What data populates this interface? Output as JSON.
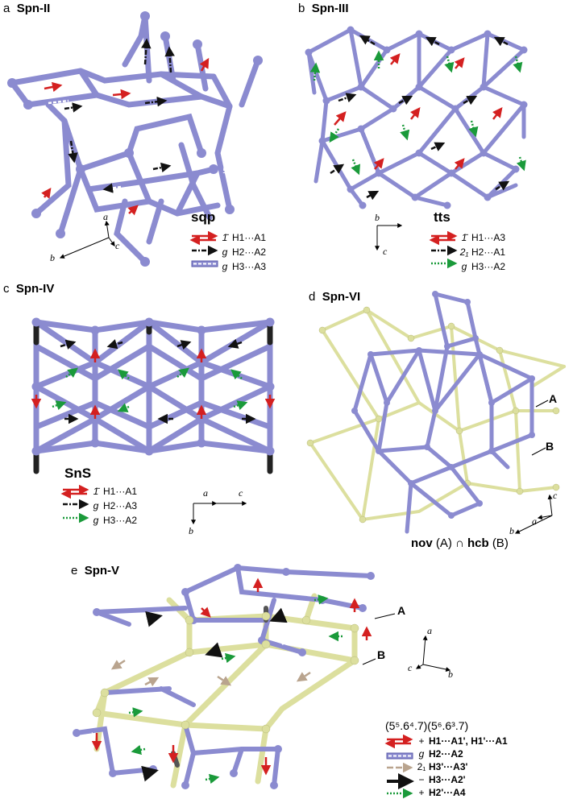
{
  "panels": {
    "a": {
      "letter": "a",
      "title": "Spn-II",
      "topology": "sqp",
      "legend": [
        {
          "sym": "1̄",
          "label": "H1···A1"
        },
        {
          "sym": "g",
          "label": "H2···A2"
        },
        {
          "sym": "g",
          "label": "H3···A3"
        }
      ],
      "axes": {
        "a": "a",
        "b": "b",
        "c": "c"
      }
    },
    "b": {
      "letter": "b",
      "title": "Spn-III",
      "topology": "tts",
      "legend": [
        {
          "sym": "1̄",
          "label": "H1···A3"
        },
        {
          "sym": "2₁",
          "label": "H2···A1"
        },
        {
          "sym": "g",
          "label": "H3···A2"
        }
      ],
      "axes": {
        "b": "b",
        "c": "c"
      }
    },
    "c": {
      "letter": "c",
      "title": "Spn-IV",
      "topology": "SnS",
      "legend": [
        {
          "sym": "1̄",
          "label": "H1···A1"
        },
        {
          "sym": "g",
          "label": "H2···A3"
        },
        {
          "sym": "g",
          "label": "H3···A2"
        }
      ],
      "axes": {
        "a": "a",
        "b": "b",
        "c": "c"
      }
    },
    "d": {
      "letter": "d",
      "title": "Spn-VI",
      "net_a": "A",
      "net_b": "B",
      "caption": {
        "part1": "nov",
        "part2": "(A) ∩",
        "part3": "hcb",
        "part4": "(B)"
      },
      "axes": {
        "a": "a",
        "b": "b",
        "c": "c"
      }
    },
    "e": {
      "letter": "e",
      "title": "Spn-V",
      "net_a": "A",
      "net_b": "B",
      "formula": "(5⁵.6⁴.7)(5⁶.6³.7)",
      "legend": [
        {
          "sym": "+",
          "label": "H1···A1', H1'···A1"
        },
        {
          "sym": "g",
          "label": "H2···A2"
        },
        {
          "sym": "2₁",
          "label": "H3'···A3'"
        },
        {
          "sym": "−",
          "label": "H3···A2'"
        },
        {
          "sym": "+",
          "label": "H2'···A4"
        }
      ],
      "axes": {
        "a": "a",
        "b": "b",
        "c": "c"
      }
    }
  },
  "colors": {
    "net_blue": "#8b8bd0",
    "net_blue_dark": "#5a5aa8",
    "net_yellow": "#dcdf9e",
    "inversion_red": "#d42020",
    "glide_black": "#111111",
    "glide_green": "#1a9a3a",
    "screw_tan": "#b9a48e"
  }
}
